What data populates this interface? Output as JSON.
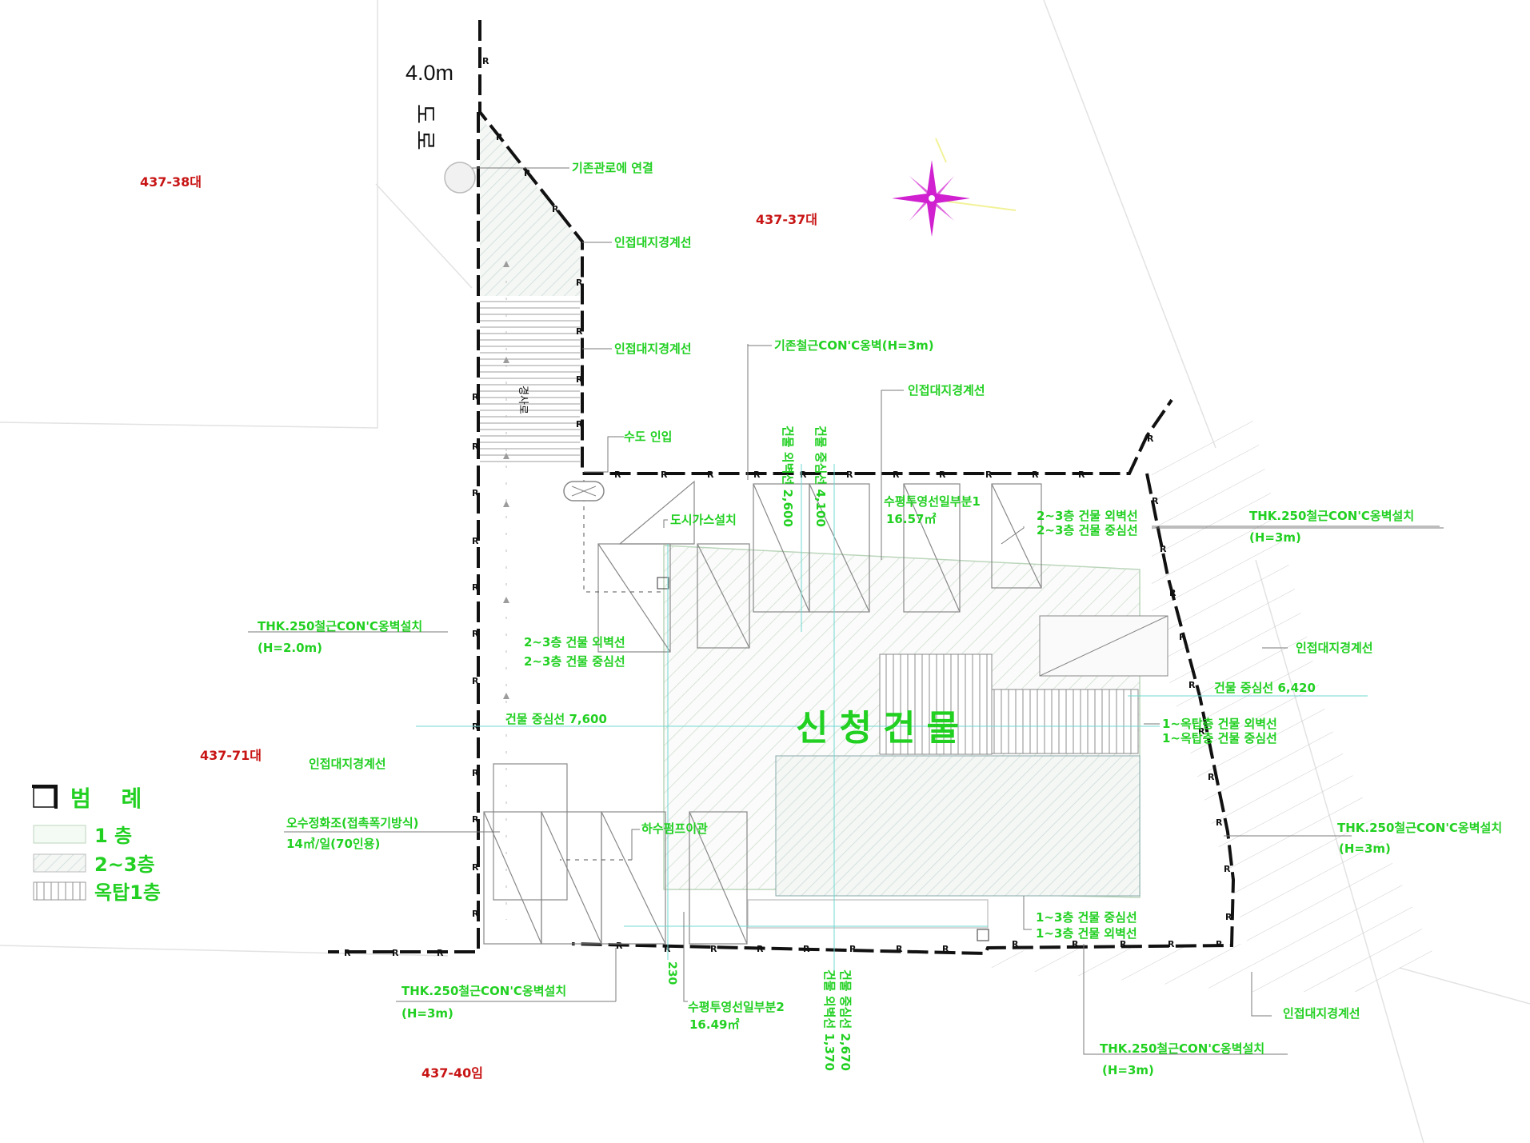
{
  "road": {
    "width": "4.0m",
    "name": "도로",
    "line_marker": "R"
  },
  "lots": {
    "nw": "437-38대",
    "ne": "437-37대",
    "w": "437-71대",
    "s": "437-40임"
  },
  "building_title": "신청건물",
  "labels": {
    "l_main": "기존관로에 연결",
    "l_adj1": "인접대지경계선",
    "l_adj2": "인접대지경계선",
    "l_wall_ex": "기존철근CON'C옹벽(H=3m)",
    "l_adj3": "인접대지경계선",
    "l_water": "수도 인입",
    "l_gas": "도시가스설치",
    "l_vert_a": "건물 외벽선 2,600",
    "l_vert_b": "건물 중심선 4,100",
    "l_hpart1_a": "수평투영선일부분1",
    "l_hpart1_b": "16.57㎡",
    "l_ne_23_a": "2~3층 건물 외벽선",
    "l_ne_23_b": "2~3층 건물 중심선",
    "l_thk_e1_a": "THK.250철근CON'C옹벽설치",
    "l_thk_e1_b": "(H=3m)",
    "l_thk_w_a": "THK.250철근CON'C옹벽설치",
    "l_thk_w_b": "(H=2.0m)",
    "l_w_23_a": "2~3층 건물 외벽선",
    "l_w_23_b": "2~3층 건물 중심선",
    "l_adj_e": "인접대지경계선",
    "l_center_e": "건물 중심선 6,420",
    "l_center_w": "건물 중심선 7,600",
    "l_e_1o_a": "1~옥탑층 건물 외벽선",
    "l_e_1o_b": "1~옥탑층 건물 중심선",
    "l_adj_w": "인접대지경계선",
    "l_thk_e2_a": "THK.250철근CON'C옹벽설치",
    "l_thk_e2_b": "(H=3m)",
    "l_septic_a": "오수정화조(접촉폭기방식)",
    "l_septic_b": "14㎥/일(70인용)",
    "l_pump": "하수펌프이관",
    "l_s_13_a": "1~3층 건물 중심선",
    "l_s_13_b": "1~3층 건물 외벽선",
    "l_thk_s_a": "THK.250철근CON'C옹벽설치",
    "l_thk_s_b": "(H=3m)",
    "l_230": "230",
    "l_hpart2_a": "수평투영선일부분2",
    "l_hpart2_b": "16.49㎡",
    "l_vert_c": "건물 중심선 2,670",
    "l_vert_d": "건물 외벽선 1,370",
    "l_adj_se": "인접대지경계선",
    "l_thk_se_a": "THK.250철근CON'C옹벽설치",
    "l_thk_se_b": "(H=3m)",
    "l_ramp": "경사로"
  },
  "legend": {
    "title": "범 례",
    "items": [
      {
        "label": "1 층",
        "pattern": "light"
      },
      {
        "label": "2~3층",
        "pattern": "hatch"
      },
      {
        "label": "옥탑1층",
        "pattern": "vertical"
      }
    ]
  },
  "colors": {
    "text_green": "#22d022",
    "lot_red": "#c81414",
    "boundary": "#111111",
    "compass": "#d020d0",
    "compass_glow": "#e8e84a",
    "thin_line": "#9a9a9a"
  },
  "icons": {
    "compass": "north-compass-star-icon",
    "legend_corner": "legend-corner-icon",
    "manhole": "manhole-icon"
  }
}
